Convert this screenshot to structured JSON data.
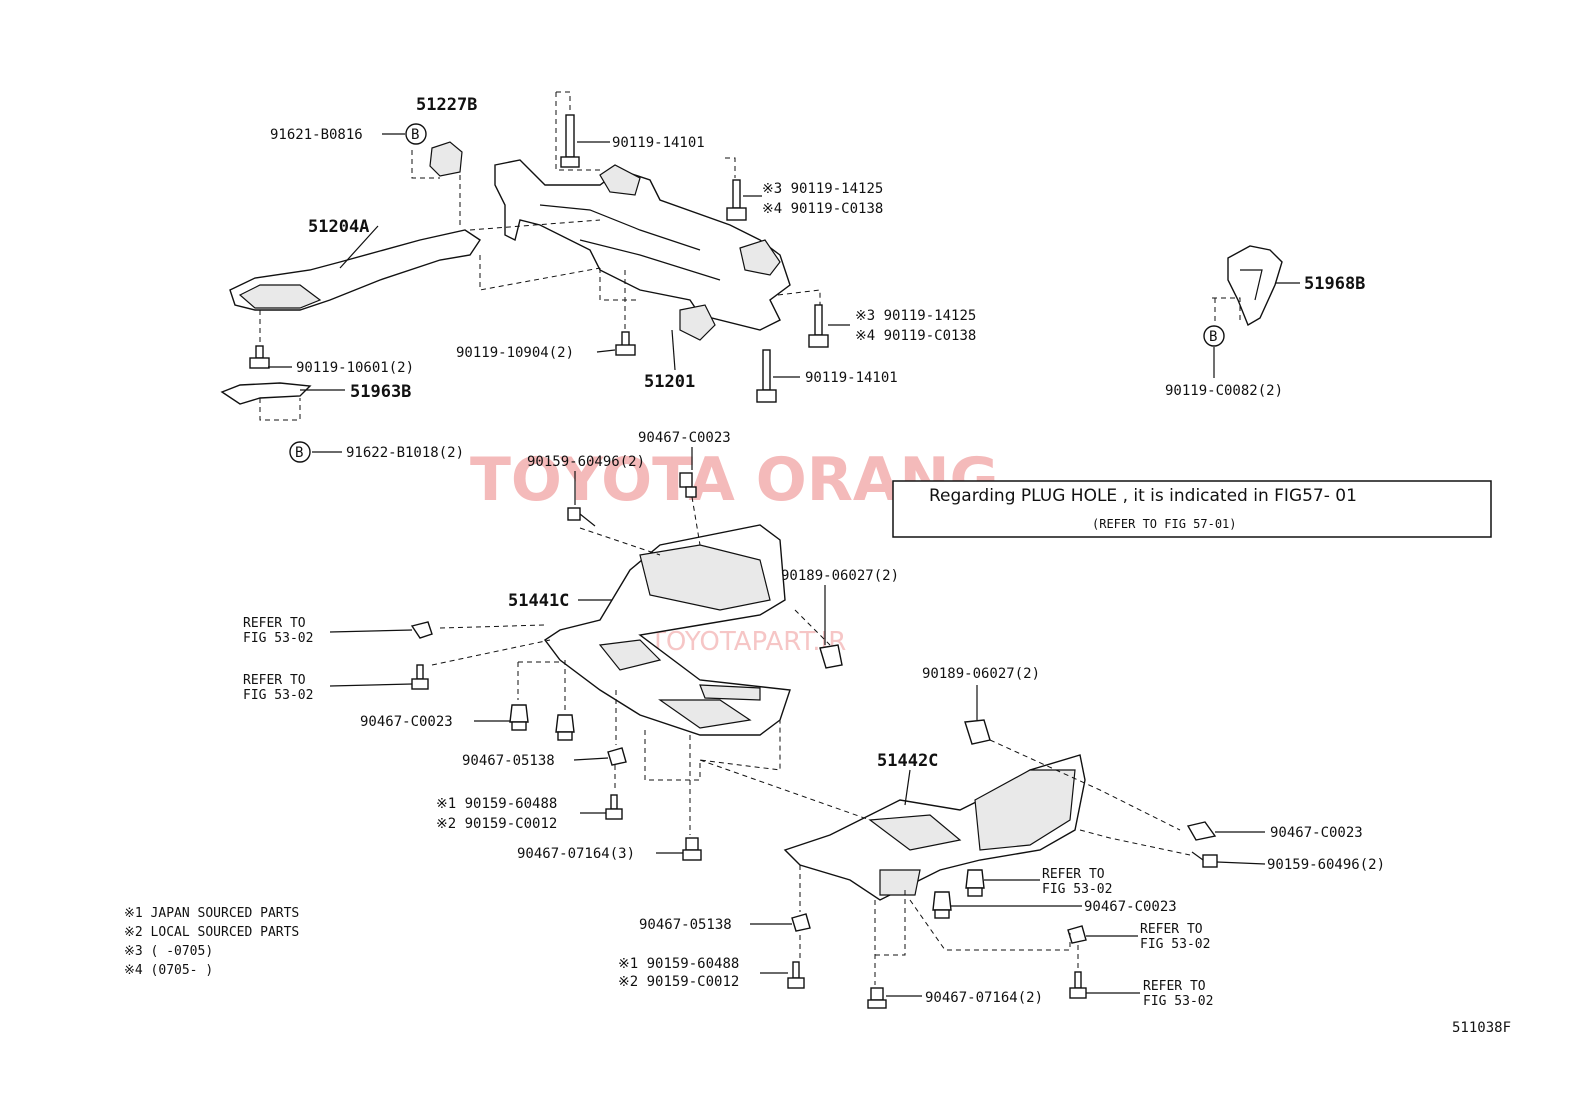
{
  "watermark": {
    "main": "TOYOTA ORANG",
    "site": "TOYOTAPART.IR"
  },
  "note_box": {
    "line1": "Regarding PLUG HOLE , it is indicated in FIG57- 01",
    "line2": "(REFER TO FIG 57-01)"
  },
  "labels": {
    "p51227B": "51227B",
    "p91621B0816": "91621-B0816",
    "p90119_14101_top": "90119-14101",
    "p90119_14125_a": "※3 90119-14125",
    "p90119_C0138_a": "※4 90119-C0138",
    "p51204A": "51204A",
    "p90119_14125_b": "※3 90119-14125",
    "p90119_C0138_b": "※4 90119-C0138",
    "p90119_10904": "90119-10904(2)",
    "p51201": "51201",
    "p90119_14101_bot": "90119-14101",
    "p90119_10601": "90119-10601(2)",
    "p51963B": "51963B",
    "p91622_B1018": "91622-B1018(2)",
    "p51968B": "51968B",
    "p90119_C0082": "90119-C0082(2)",
    "p90467_C0023_top": "90467-C0023",
    "p90159_60496_top": "90159-60496(2)",
    "p51441C": "51441C",
    "p90189_06027_a": "90189-06027(2)",
    "refer1a": "REFER TO",
    "refer1b": "FIG 53-02",
    "refer2a": "REFER TO",
    "refer2b": "FIG 53-02",
    "p90467_C0023_left": "90467-C0023",
    "p90467_05138_left": "90467-05138",
    "p90159_60488_left": "※1 90159-60488",
    "p90159_C0012_left": "※2 90159-C0012",
    "p90467_07164_left": "90467-07164(3)",
    "p90189_06027_b": "90189-06027(2)",
    "p51442C": "51442C",
    "p90467_C0023_right": "90467-C0023",
    "p90159_60496_right": "90159-60496(2)",
    "refer3a": "REFER TO",
    "refer3b": "FIG 53-02",
    "p90467_C0023_mid": "90467-C0023",
    "refer4a": "REFER TO",
    "refer4b": "FIG 53-02",
    "p90467_05138_bot": "90467-05138",
    "p90159_60488_bot": "※1 90159-60488",
    "p90159_C0012_bot": "※2 90159-C0012",
    "p90467_07164_bot": "90467-07164(2)",
    "refer5a": "REFER TO",
    "refer5b": "FIG 53-02",
    "fig_id": "511038F"
  },
  "callouts": {
    "b1": "B",
    "b2": "B",
    "b3": "B"
  },
  "legend": [
    "※1 JAPAN SOURCED PARTS",
    "※2 LOCAL SOURCED PARTS",
    "※3 (    -0705)",
    "※4 (0705-    )"
  ]
}
